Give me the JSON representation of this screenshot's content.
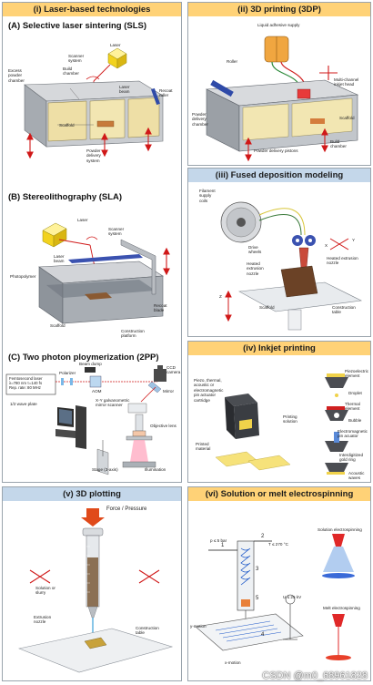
{
  "panels": {
    "laser": {
      "header": "(i) Laser-based technologies",
      "sls": {
        "title": "(A) Selective laser sintering (SLS)",
        "labels": {
          "laser": "Laser",
          "scanner": "Scanner\nsystem",
          "build_chamber": "Build\nchamber",
          "excess_powder": "Excess\npowder\nchamber",
          "laser_beam": "Laser\nbeam",
          "recoat_roller": "Recoat\nroller",
          "scaffold": "Scaffold",
          "powder_delivery": "Powder\ndelivery\nsystem"
        }
      },
      "sla": {
        "title": "(B) Stereolithography (SLA)",
        "labels": {
          "laser": "Laser",
          "scanner": "Scanner\nsystem",
          "laser_beam": "Laser\nbeam",
          "photopolymer": "Photopolymer",
          "recoat_blade": "Recoat\nblade",
          "scaffold": "Scaffold",
          "construction_platform": "Construction\nplatform"
        }
      },
      "tpp": {
        "title": "(C) Two photon ploymerization (2PP)",
        "labels": {
          "laser_box": "Femtosecond laser\nλ=780 nm τ=140 fs\nRep. rate: 80 MHz",
          "beam_dump": "Beam dump",
          "polarizer": "Polarizer",
          "aom": "AOM",
          "ccd": "CCD\ncamera",
          "mirror": "Mirror",
          "xy_scanner": "X-Y galvanometric\nmirror scanner",
          "wave_plate": "1/2 wave plate",
          "objective": "Objective lens",
          "illumination": "Illumination",
          "stage": "Stage (3-axis)"
        }
      }
    },
    "p3dp": {
      "header": "(ii) 3D printing (3DP)",
      "labels": {
        "adhesive": "Liquid adhesive supply",
        "roller": "Roller",
        "inkjet_head": "Multi-channel\ninkjet head",
        "powder_chamber": "Powder\ndelivery\nchamber",
        "scaffold": "Scaffold",
        "build_chamber": "Build\nchamber",
        "pistons": "Powder delivery pistons"
      }
    },
    "fdm": {
      "header": "(iii) Fused deposition modeling",
      "labels": {
        "filament": "Filament\nsupply\ncoils",
        "drive": "Drive\nwheels",
        "heated_nozzle_right": "Heated extrusion\nnozzle",
        "heated_nozzle_left": "Heated\nextrusion\nnozzle",
        "scaffold": "Scaffold",
        "table": "Construction\ntable",
        "x": "X",
        "y": "Y",
        "z": "Z"
      }
    },
    "inkjet": {
      "header": "(iv) Inkjet printing",
      "labels": {
        "cartridge": "Piezo, thermal,\nacoustic or\nelectromagnetic\npin actuator\ncartridge",
        "printing_solution": "Printing\nsolution",
        "printed_material": "Printed\nmaterial",
        "piezo": "Piezoelectric\nelement",
        "droplet": "Droplet",
        "thermal": "Thermal\nelement",
        "bubble": "Bubble",
        "em_pin": "Electromagnetic\npin acuator",
        "gold_ring": "Interdigitized\ngold ring",
        "acoustic": "Acoustic\nwaves"
      }
    },
    "plotting": {
      "header": "(v) 3D plotting",
      "labels": {
        "force": "Force / Pressure",
        "solution": "Solution or\nslurry",
        "nozzle": "Extrusion\nnozzle",
        "table": "Construction\ntable"
      }
    },
    "electro": {
      "header": "(vi) Solution or melt electrospinning",
      "labels": {
        "pressure": "p ≤ 5 bar",
        "temp": "T ≤ 270 °C",
        "n1": "1",
        "n2": "2",
        "n3": "3",
        "n4": "4",
        "n5": "5",
        "voltage": "U ≤ 25 kV",
        "solution_es": "Solution electrospinning",
        "melt_es": "Melt electrospinning",
        "ymotion": "y-motion",
        "xmotion": "x-motion"
      }
    }
  },
  "watermark": "CSDN @m0_68961828",
  "colors": {
    "header_orange": "#ffd277",
    "header_blue": "#c4d7ea",
    "accent_red": "#c8102e"
  }
}
